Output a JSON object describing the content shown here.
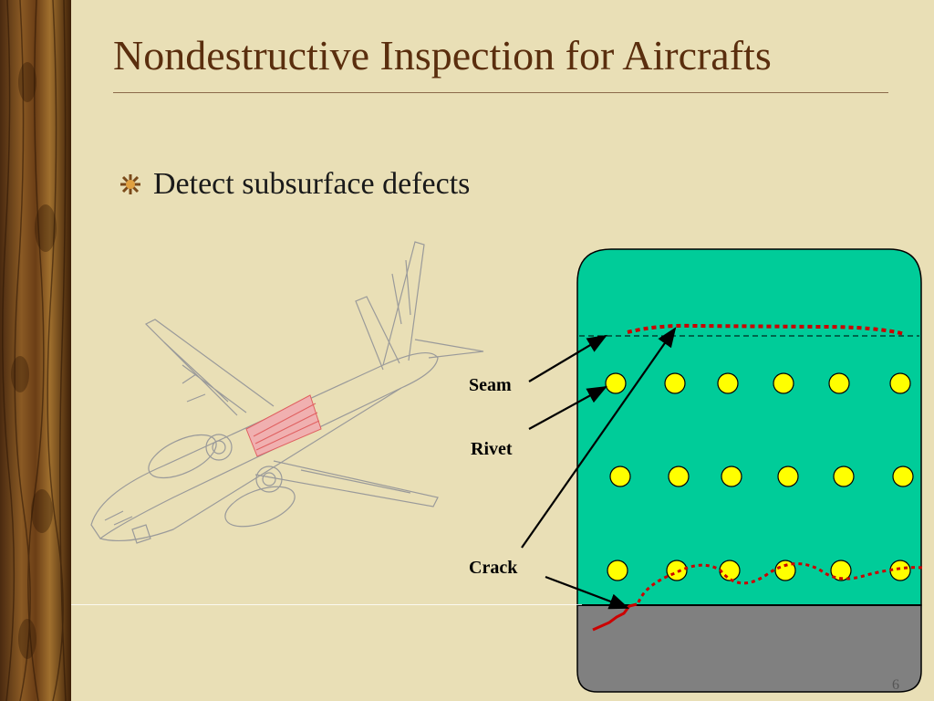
{
  "slide": {
    "title": "Nondestructive Inspection for Aircrafts",
    "bullet": "Detect subsurface defects",
    "page_number": "6"
  },
  "diagram": {
    "labels": {
      "seam": "Seam",
      "rivet": "Rivet",
      "crack": "Crack"
    },
    "colors": {
      "skin": "#00cc99",
      "substructure": "#808080",
      "rivet": "#ffff00",
      "crack": "#cc0000",
      "highlight": "#f08080"
    },
    "rivet_rows": 3,
    "rivets_per_row": 6
  }
}
